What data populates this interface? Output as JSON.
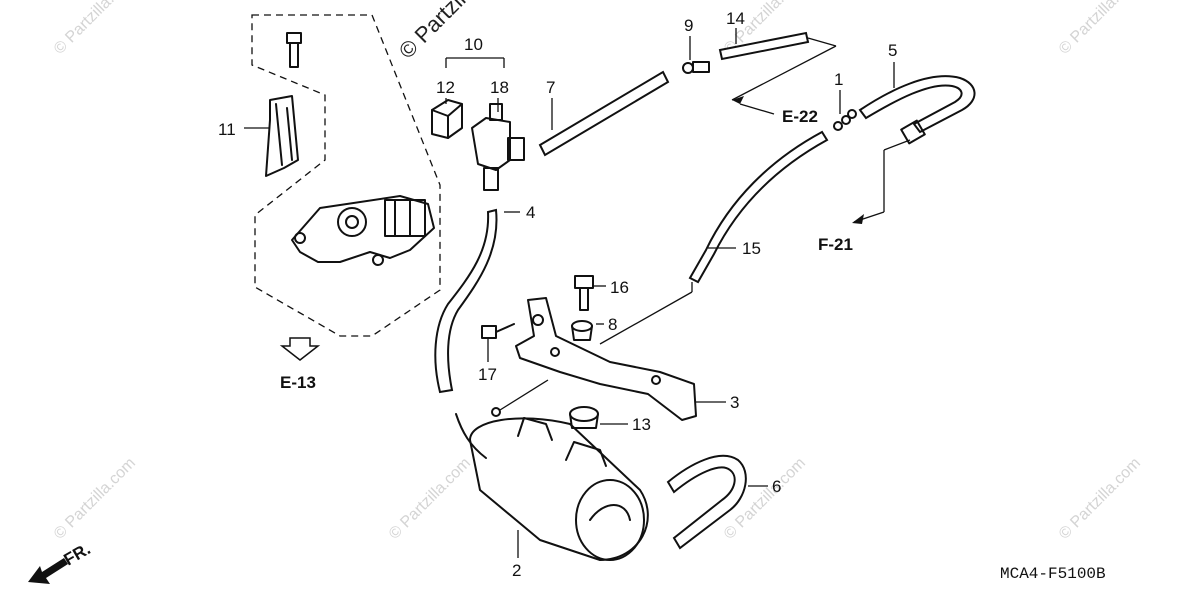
{
  "callouts": {
    "c1": "1",
    "c2": "2",
    "c3": "3",
    "c4": "4",
    "c5": "5",
    "c6": "6",
    "c7": "7",
    "c8": "8",
    "c9": "9",
    "c10": "10",
    "c11": "11",
    "c12": "12",
    "c13": "13",
    "c14": "14",
    "c15": "15",
    "c16": "16",
    "c17": "17",
    "c18": "18"
  },
  "references": {
    "e13": "E-13",
    "e22": "E-22",
    "f21": "F-21",
    "front": "FR."
  },
  "diagram_code": "MCA4-F5100B",
  "watermark": {
    "top": "© Partzilla",
    "repeat": "© Partzilla.com"
  }
}
